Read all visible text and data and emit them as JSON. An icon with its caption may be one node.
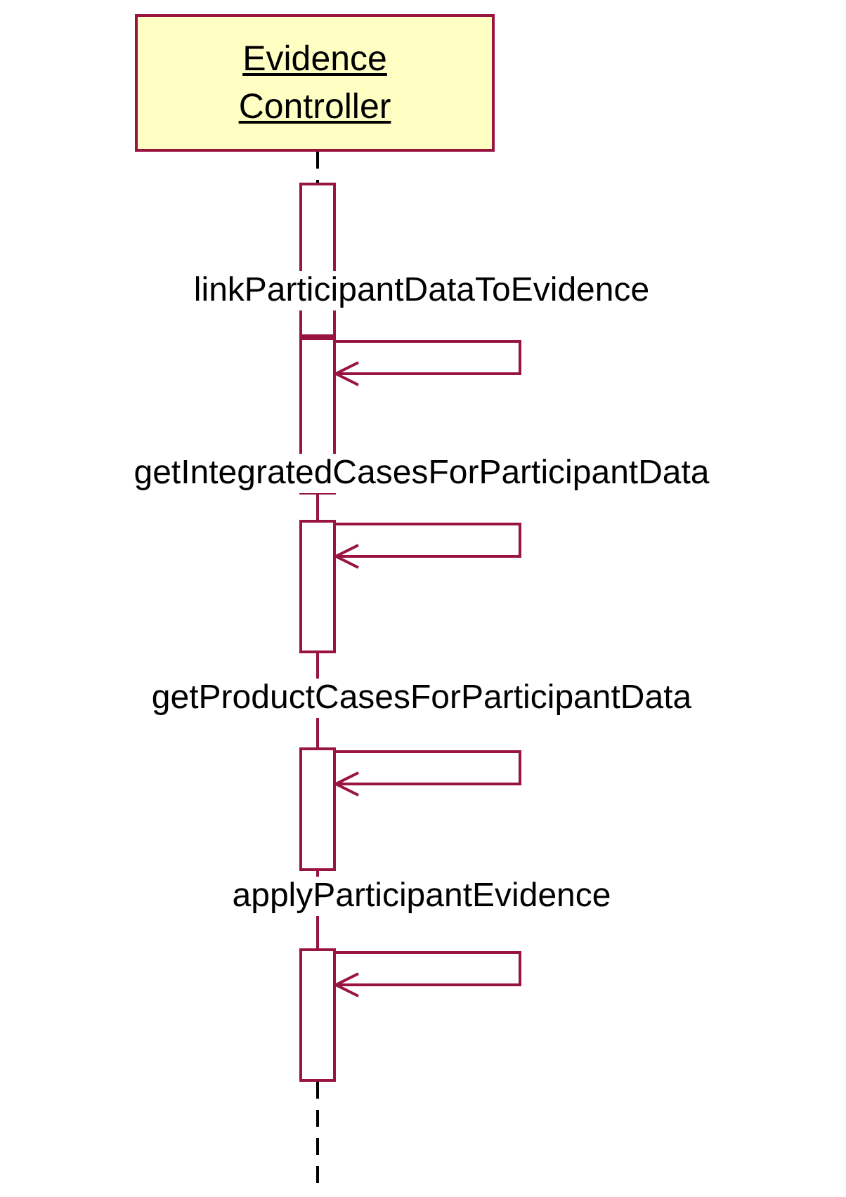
{
  "diagram": {
    "nodes": [
      {
        "text": [
          "Evidence Controller"
        ]
      },
      {
        "text": [],
        "shape": "bar"
      },
      {
        "text": [],
        "shape": "bar"
      },
      {
        "text": [],
        "shape": "bar"
      },
      {
        "text": [],
        "shape": "bar"
      },
      {
        "text": [],
        "shape": "bar"
      }
    ],
    "edges": [
      {
        "from": 0,
        "to": 1,
        "arrow": "none",
        "style": "dashed",
        "color": "#000000"
      },
      {
        "from": 1,
        "to": 2,
        "arrow": "to",
        "label": "linkParticipantDataToEvidence"
      },
      {
        "from": 2,
        "to": 3,
        "arrow": "to",
        "label": "getIntegratedCasesForParticipantData"
      },
      {
        "from": 3,
        "to": 4,
        "arrow": "to",
        "label": "getProductCasesForParticipantData"
      },
      {
        "from": 4,
        "to": 5,
        "arrow": "to",
        "label": "applyParticipantEvidence"
      },
      {
        "from": 5,
        "to": null,
        "arrow": "none",
        "style": "dashed",
        "color": "#000000"
      }
    ]
  }
}
